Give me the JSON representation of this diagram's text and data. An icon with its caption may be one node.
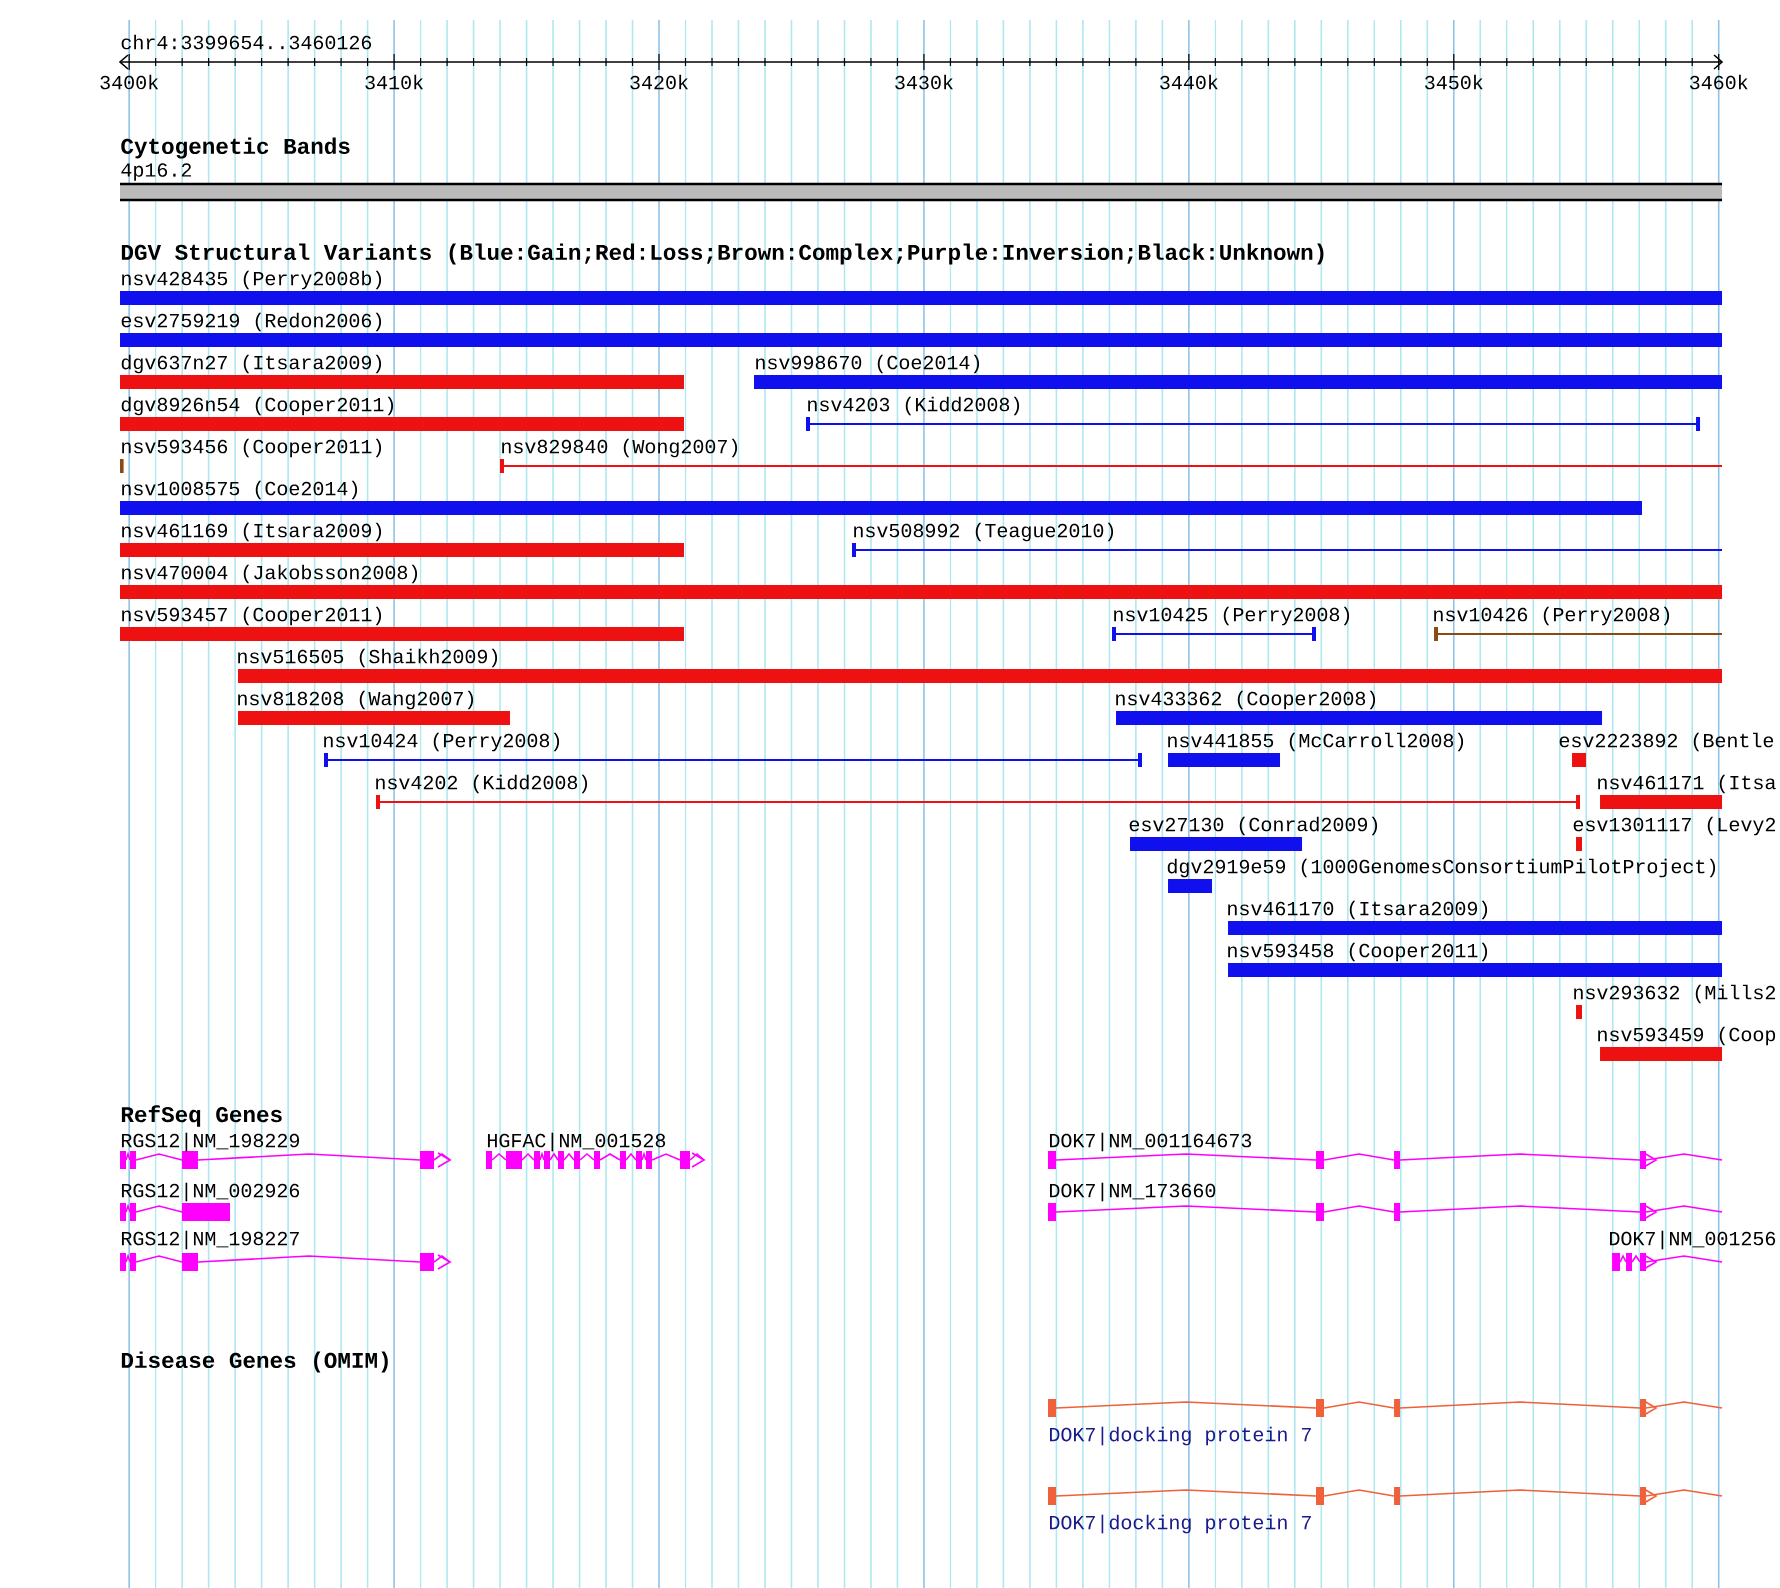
{
  "diagram": {
    "labels": [
      "chr4:3399654..3460126",
      "3400k",
      "3410k",
      "3420k",
      "3430k",
      "3440k",
      "3450k",
      "3460k",
      "Cytogenetic Bands",
      "4p16.2",
      "DGV Structural Variants (Blue:Gain;Red:Loss;Brown:Complex;Purple:Inversion;Black:Unknown)",
      "nsv428435 (Perry2008b)",
      "esv2759219 (Redon2006)",
      "dgv637n27 (Itsara2009)",
      "nsv998670 (Coe2014)",
      "dgv8926n54 (Cooper2011)",
      "nsv4203 (Kidd2008)",
      "nsv593456 (Cooper2011)",
      "nsv829840 (Wong2007)",
      "nsv1008575 (Coe2014)",
      "nsv461169 (Itsara2009)",
      "nsv508992 (Teague2010)",
      "nsv470004 (Jakobsson2008)",
      "nsv593457 (Cooper2011)",
      "nsv10425 (Perry2008)",
      "nsv10426 (Perry2008)",
      "nsv516505 (Shaikh2009)",
      "nsv818208 (Wang2007)",
      "nsv433362 (Cooper2008)",
      "nsv10424 (Perry2008)",
      "nsv441855 (McCarroll2008)",
      "esv2223892 (Bentle",
      "nsv4202 (Kidd2008)",
      "nsv461171 (Itsa",
      "esv27130 (Conrad2009)",
      "esv1301117 (Levy2",
      "dgv2919e59 (1000GenomesConsortiumPilotProject)",
      "nsv461170 (Itsara2009)",
      "nsv593458 (Cooper2011)",
      "nsv293632 (Mills2",
      "nsv593459 (Coop",
      "RefSeq Genes",
      "RGS12|NM_198229",
      "HGFAC|NM_001528",
      "DOK7|NM_001164673",
      "RGS12|NM_002926",
      "DOK7|NM_173660",
      "RGS12|NM_198227",
      "DOK7|NM_001256",
      "Disease Genes (OMIM)",
      "DOK7|docking protein 7",
      "DOK7|docking protein 7"
    ]
  }
}
